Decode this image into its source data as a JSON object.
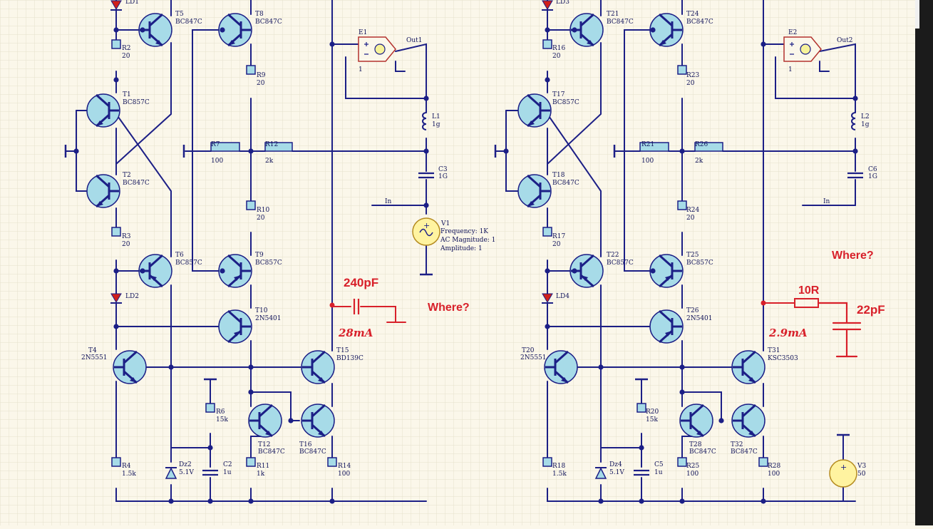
{
  "colors": {
    "wire": "#1c1f86",
    "body": "#a7dbe8",
    "resistor": "#a6dbe7",
    "source": "#fff3a0",
    "red": "#d8202a",
    "led": "#d0201a"
  },
  "labels": {
    "t5": "T5",
    "t5v": "BC847C",
    "t8": "T8",
    "t8v": "BC847C",
    "t1": "T1",
    "t1v": "BC857C",
    "t2": "T2",
    "t2v": "BC847C",
    "t6": "T6",
    "t6v": "BC857C",
    "t9": "T9",
    "t9v": "BC857C",
    "t10": "T10",
    "t10v": "2N5401",
    "t4": "T4",
    "t4v": "2N5551",
    "t15": "T15",
    "t15v": "BD139C",
    "t12": "T12",
    "t12v": "BC847C",
    "t16": "T16",
    "t16v": "BC847C",
    "r2": "R2",
    "r2v": "20",
    "r9": "R9",
    "r9v": "20",
    "r7": "R7",
    "r7v": "100",
    "r12": "R12",
    "r12v": "2k",
    "r10": "R10",
    "r10v": "20",
    "r3": "R3",
    "r3v": "20",
    "r6": "R6",
    "r6v": "15k",
    "r4": "R4",
    "r4v": "1.5k",
    "r11": "R11",
    "r11v": "1k",
    "r14": "R14",
    "r14v": "100",
    "c2": "C2",
    "c2v": "1u",
    "dz2": "Dz2",
    "dz2v": "5.1V",
    "ld1": "LD1",
    "ld2": "LD2",
    "e1": "E1",
    "e1one": "1",
    "out1": "Out1",
    "l1": "L1",
    "l1v": "1g",
    "c3": "C3",
    "c3v": "1G",
    "in1": "In",
    "v1": "V1",
    "v1f": "Frequency: 1K",
    "v1a": "AC Magnitude: 1",
    "v1amp": "Amplitude: 1",
    "t21": "T21",
    "t21v": "BC847C",
    "t24": "T24",
    "t24v": "BC847C",
    "t17": "T17",
    "t17v": "BC857C",
    "t18": "T18",
    "t18v": "BC847C",
    "t22": "T22",
    "t22v": "BC857C",
    "t25": "T25",
    "t25v": "BC857C",
    "t26": "T26",
    "t26v": "2N5401",
    "t20": "T20",
    "t20v": "2N5551",
    "t31": "T31",
    "t31v": "KSC3503",
    "t28": "T28",
    "t28v": "BC847C",
    "t32": "T32",
    "t32v": "BC847C",
    "r16": "R16",
    "r16v": "20",
    "r23": "R23",
    "r23v": "20",
    "r21": "R21",
    "r21v": "100",
    "r26": "R26",
    "r26v": "2k",
    "r24": "R24",
    "r24v": "20",
    "r17": "R17",
    "r17v": "20",
    "r20": "R20",
    "r20v": "15k",
    "r18": "R18",
    "r18v": "1.5k",
    "r25": "R25",
    "r25v": "100",
    "r28": "R28",
    "r28v": "100",
    "c5": "C5",
    "c5v": "1u",
    "dz4": "Dz4",
    "dz4v": "5.1V",
    "ld3": "LD3",
    "ld4": "LD4",
    "e2": "E2",
    "e2one": "1",
    "out2": "Out2",
    "l2": "L2",
    "l2v": "1g",
    "c6": "C6",
    "c6v": "1G",
    "in2": "In",
    "v3": "V3",
    "v3v": "50"
  },
  "annotations": {
    "cap1": "240pF",
    "where1": "Where?",
    "cur1": "28mA",
    "res2": "10R",
    "cap2": "22pF",
    "where2": "Where?",
    "cur2": "2.9mA"
  }
}
